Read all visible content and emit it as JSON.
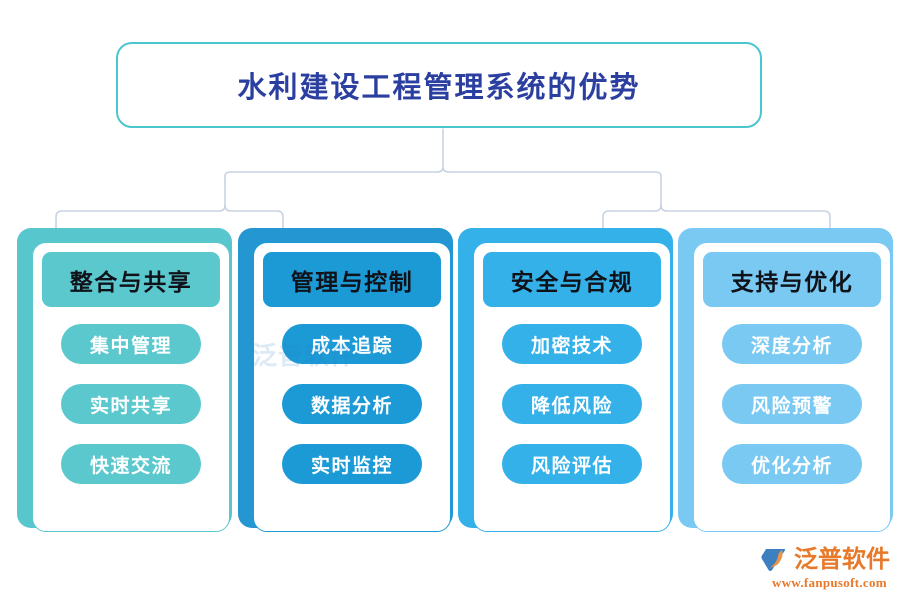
{
  "diagram": {
    "root": {
      "title": "水利建设工程管理系统的优势",
      "border_color": "#4CC6CE",
      "text_color": "#2B3FA0"
    },
    "connector_color": "#C9D3E4",
    "columns": [
      {
        "header": "整合与共享",
        "color": "#5BC8CE",
        "shadow_color": "#57C7CD",
        "items": [
          "集中管理",
          "实时共享",
          "快速交流"
        ]
      },
      {
        "header": "管理与控制",
        "color": "#1C9AD6",
        "shadow_color": "#2497D3",
        "items": [
          "成本追踪",
          "数据分析",
          "实时监控"
        ]
      },
      {
        "header": "安全与合规",
        "color": "#35B1EA",
        "shadow_color": "#35B1EA",
        "items": [
          "加密技术",
          "降低风险",
          "风险评估"
        ]
      },
      {
        "header": "支持与优化",
        "color": "#79C9F2",
        "shadow_color": "#79C9F2",
        "items": [
          "深度分析",
          "风险预警",
          "优化分析"
        ]
      }
    ]
  },
  "watermark": {
    "text": "泛普软件"
  },
  "logo": {
    "name": "泛普软件",
    "url": "www.fanpusoft.com",
    "mark_blue": "#3E7FBF",
    "mark_orange": "#E8954A",
    "text_color": "#E8792A"
  }
}
